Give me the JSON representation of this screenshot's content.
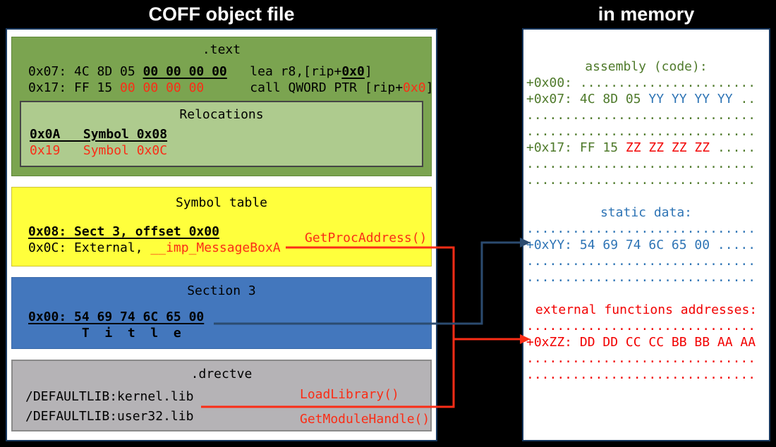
{
  "titles": {
    "left": "COFF object file",
    "right": "in memory"
  },
  "coff": {
    "text_section": {
      "title": ".text",
      "line1": [
        [
          "0x07: 4C 8D 05 ",
          "n"
        ],
        [
          "00 00 00 00",
          "bu"
        ],
        [
          "   ",
          "n"
        ],
        [
          "lea r8,[rip+",
          "n"
        ],
        [
          "0x0",
          "bu"
        ],
        [
          "]",
          "n"
        ]
      ],
      "line2": [
        [
          "0x17: FF 15 ",
          "n"
        ],
        [
          "00 00 00 00",
          "r"
        ],
        [
          "      ",
          "n"
        ],
        [
          "call QWORD PTR [rip+",
          "n"
        ],
        [
          "0x0",
          "r"
        ],
        [
          "]",
          "n"
        ]
      ],
      "relocations": {
        "title": "Relocations",
        "row1": [
          [
            "0x0A   Symbol 0x08",
            "bu"
          ]
        ],
        "row2": [
          [
            "0x19   Symbol 0x0C",
            "r"
          ]
        ]
      }
    },
    "symbol_table": {
      "title": "Symbol table",
      "row1": [
        [
          "0x08: Sect 3, offset 0x00",
          "bu"
        ]
      ],
      "row2": [
        [
          "0x0C: External, ",
          "n"
        ],
        [
          "__imp_MessageBoxA",
          "r"
        ]
      ]
    },
    "section3": {
      "title": "Section 3",
      "row1": [
        [
          "0x00: 54 69 74 6C 65 00",
          "bu"
        ]
      ],
      "row2": [
        [
          "       T  i  t  l  e",
          "b"
        ]
      ]
    },
    "drectve": {
      "title": ".drectve",
      "row1": [
        [
          "/DEFAULTLIB:kernel.lib",
          "n"
        ]
      ],
      "row2": [
        [
          "/DEFAULTLIB:user32.lib",
          "n"
        ]
      ]
    }
  },
  "labels": {
    "get_proc_address": "GetProcAddress()",
    "load_library": "LoadLibrary()",
    "get_module_handle": "GetModuleHandle()"
  },
  "memory": {
    "lines": [
      {
        "c": true,
        "seg": [
          [
            "assembly (code):",
            "g"
          ]
        ]
      },
      {
        "seg": [
          [
            "+0x00: .......................",
            "g"
          ]
        ]
      },
      {
        "seg": [
          [
            "+0x07: 4C 8D 05 ",
            "g"
          ],
          [
            "YY YY YY YY",
            "bl"
          ],
          [
            " ..",
            "g"
          ]
        ]
      },
      {
        "seg": [
          [
            "..............................",
            "g"
          ]
        ]
      },
      {
        "seg": [
          [
            "..............................",
            "g"
          ]
        ]
      },
      {
        "seg": [
          [
            "+0x17: FF 15 ",
            "g"
          ],
          [
            "ZZ ZZ ZZ ZZ",
            "rd"
          ],
          [
            " .....",
            "g"
          ]
        ]
      },
      {
        "seg": [
          [
            "..............................",
            "g"
          ]
        ]
      },
      {
        "seg": [
          [
            "..............................",
            "g"
          ]
        ]
      },
      {
        "seg": []
      },
      {
        "c": true,
        "seg": [
          [
            "static data:",
            "bl"
          ]
        ]
      },
      {
        "seg": [
          [
            "..............................",
            "bl"
          ]
        ]
      },
      {
        "seg": [
          [
            "+0xYY: 54 69 74 6C 65 00 .....",
            "bl"
          ]
        ]
      },
      {
        "seg": [
          [
            "..............................",
            "bl"
          ]
        ]
      },
      {
        "seg": [
          [
            "..............................",
            "bl"
          ]
        ]
      },
      {
        "seg": []
      },
      {
        "c": true,
        "seg": [
          [
            "external functions addresses:",
            "rd"
          ]
        ]
      },
      {
        "seg": [
          [
            "..............................",
            "rd"
          ]
        ]
      },
      {
        "seg": [
          [
            "+0xZZ: DD DD CC CC BB BB AA AA",
            "rd"
          ]
        ]
      },
      {
        "seg": [
          [
            "..............................",
            "rd"
          ]
        ]
      },
      {
        "seg": [
          [
            "..............................",
            "rd"
          ]
        ]
      }
    ]
  },
  "colors": {
    "accent_red": "#FA2D16",
    "arrow_blue": "#2B4B70",
    "mem_green": "#4F7A2B",
    "mem_blue": "#2E74B5",
    "mem_red": "#F20000",
    "panel_border": "#17375E",
    "green_box": "#7BA450",
    "reloc_box": "#AECB8E",
    "yellow_box": "#FFFF3C",
    "blue_box": "#4377BD",
    "gray_box": "#B5B3B6"
  }
}
